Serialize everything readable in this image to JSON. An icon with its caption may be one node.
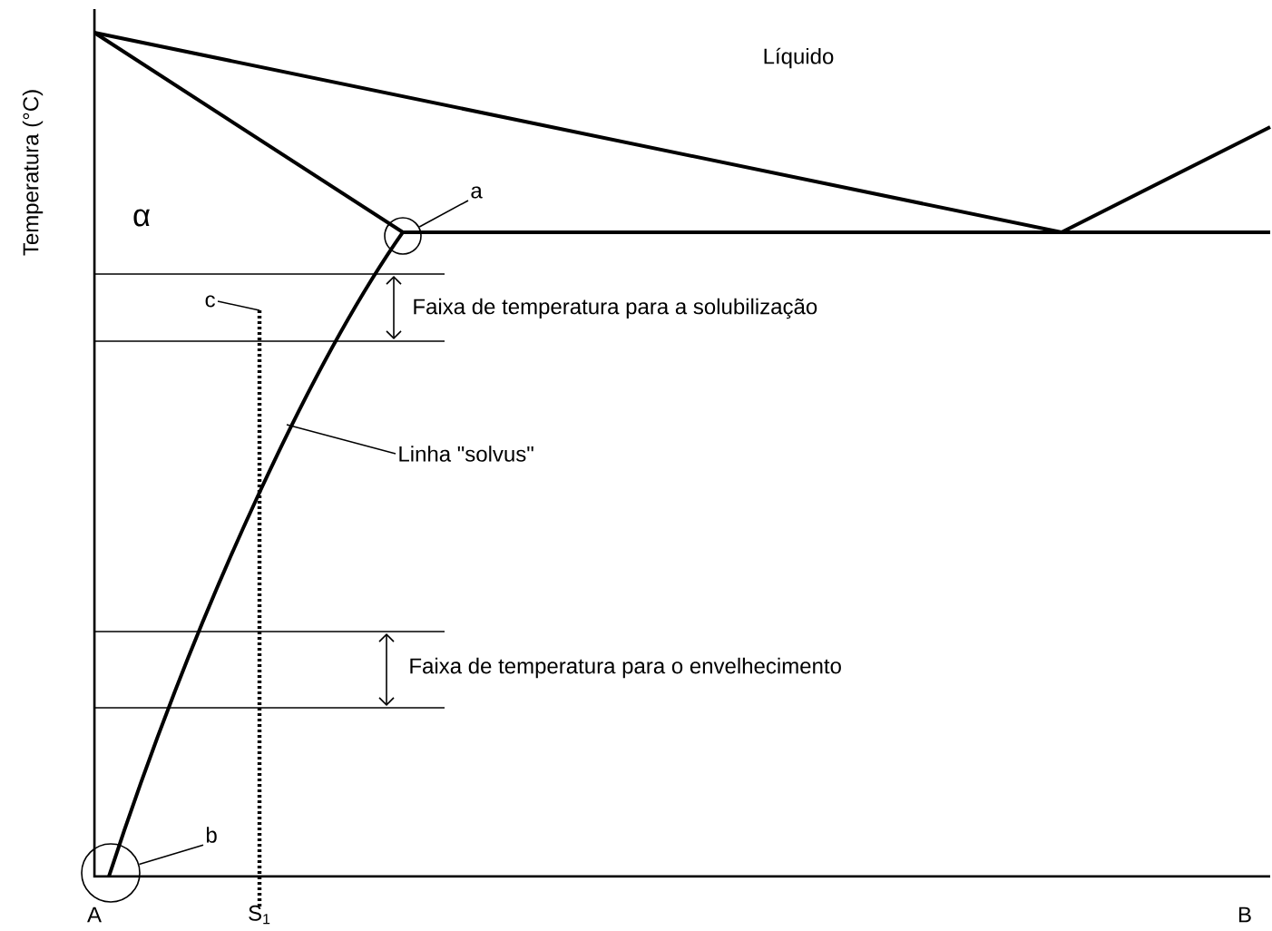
{
  "diagram": {
    "nodes": [
      {
        "text": [
          "a"
        ]
      },
      {
        "text": [],
        "shape": "circle"
      },
      {
        "text": [
          "b"
        ]
      },
      {
        "text": [],
        "shape": "circle"
      },
      {
        "text": [
          "c"
        ]
      },
      {
        "text": [
          "Linha \"solvus\""
        ]
      }
    ],
    "edges": [
      {
        "from": 0,
        "to": 1,
        "arrow": "none"
      },
      {
        "from": 2,
        "to": 3,
        "arrow": "none"
      },
      {
        "from": 4,
        "to": null,
        "arrow": "none"
      },
      {
        "from": 5,
        "to": null,
        "arrow": "none"
      }
    ],
    "labels": [
      "Líquido",
      "α",
      "Temperatura (°C)",
      "Faixa de temperatura para a solubilização",
      "Faixa de temperatura para o envelhecimento",
      "A",
      "S$_{1}$",
      "B"
    ]
  }
}
